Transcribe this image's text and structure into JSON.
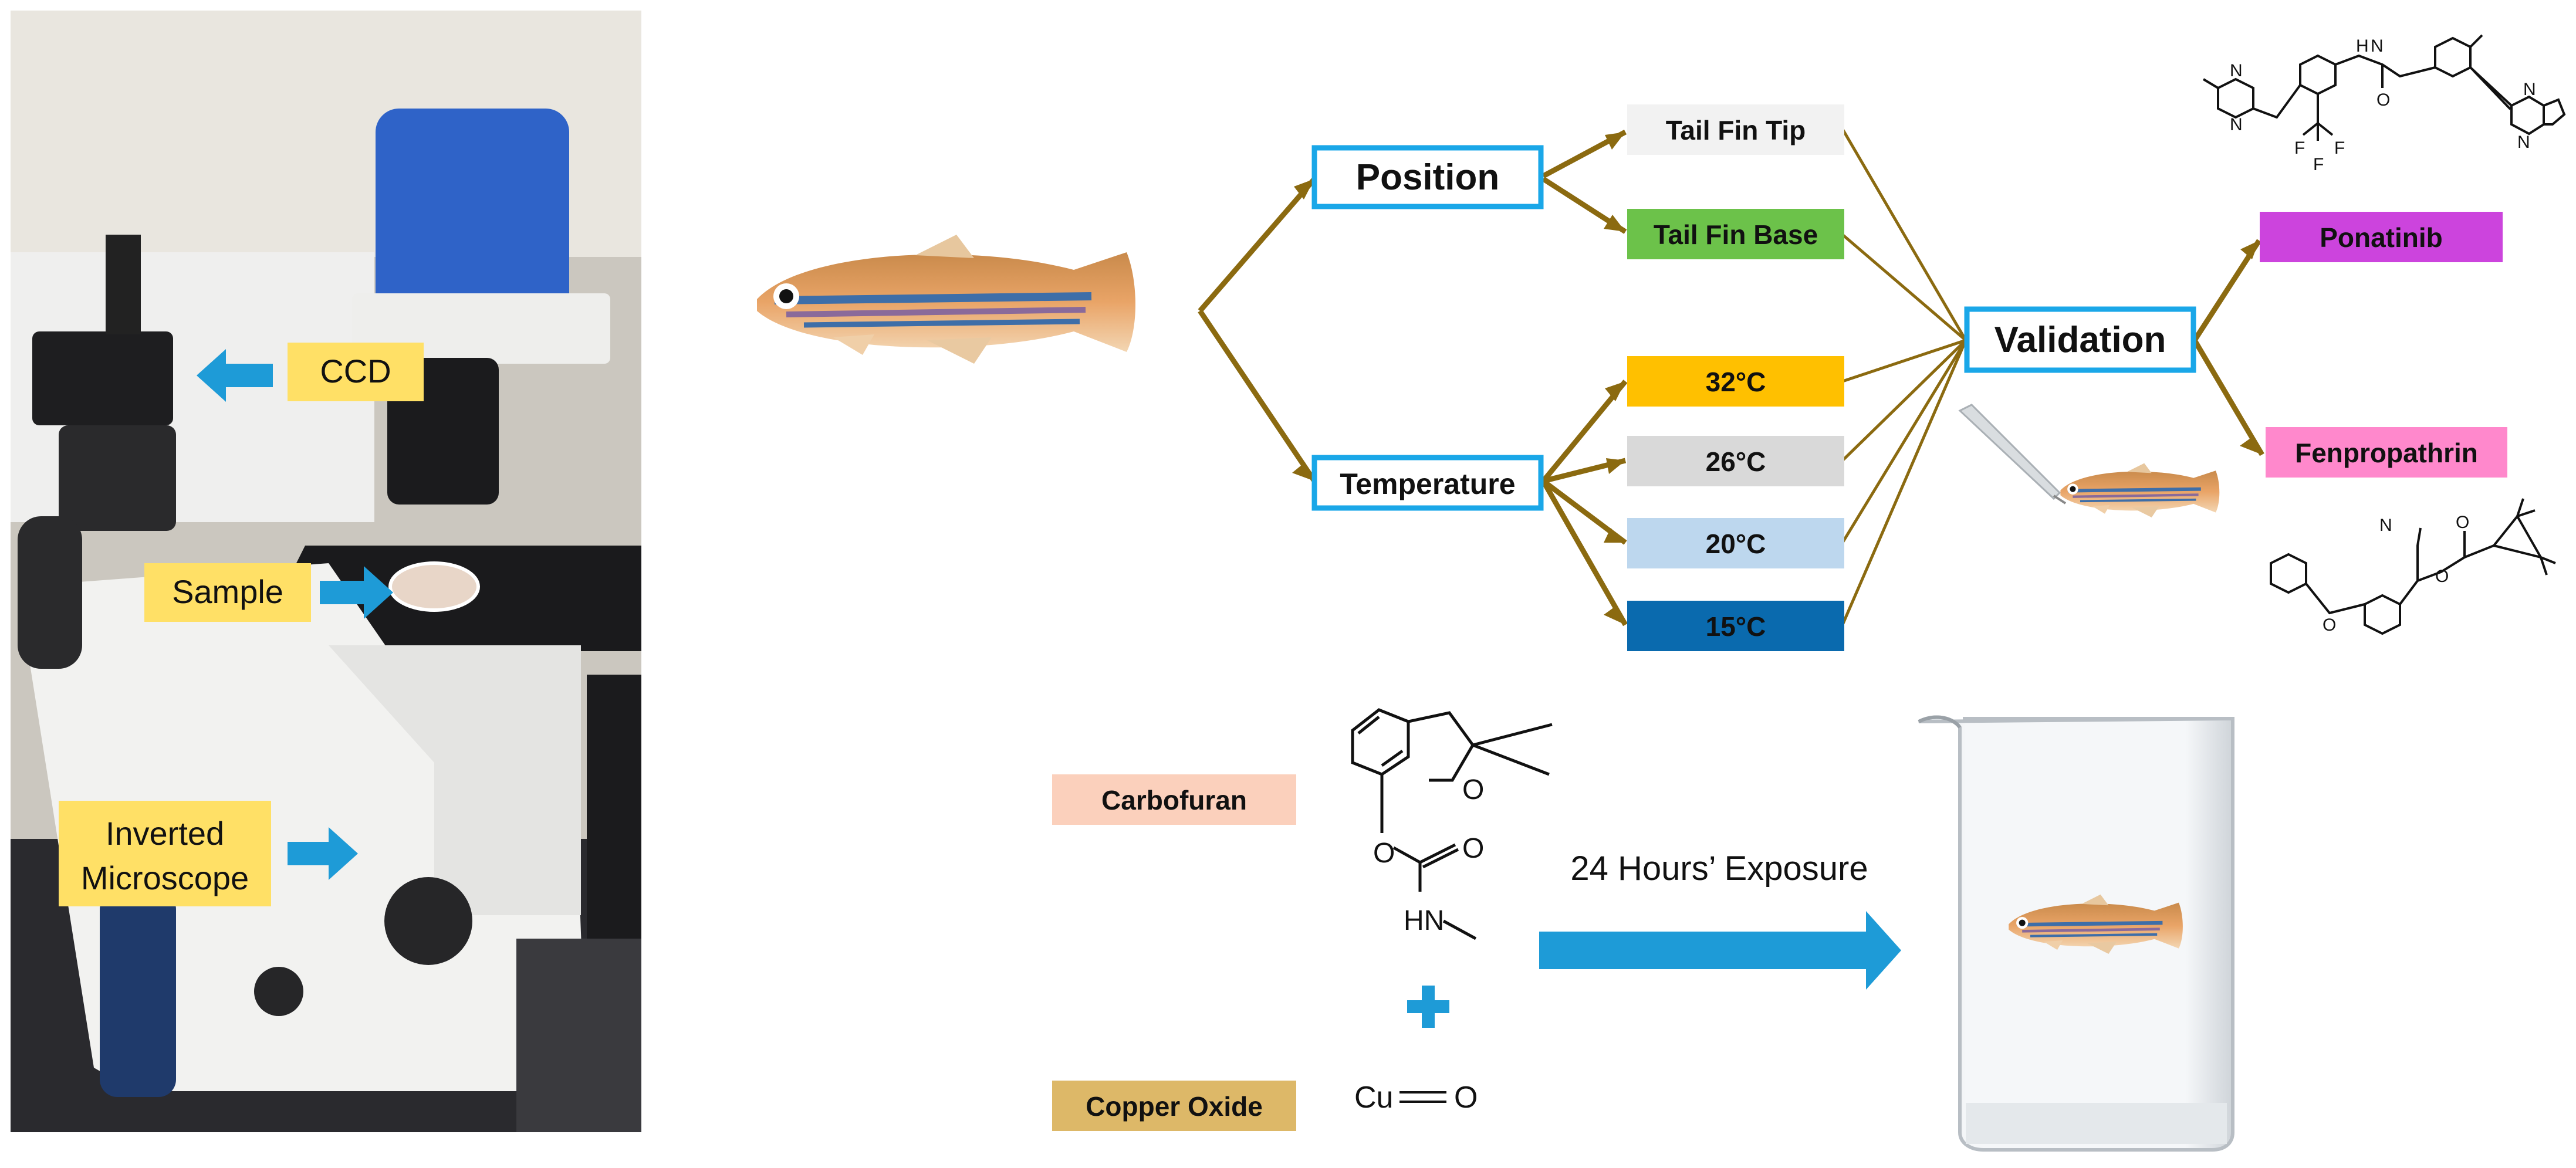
{
  "photo": {
    "labels": {
      "ccd": "CCD",
      "sample": "Sample",
      "microscope_line1": "Inverted",
      "microscope_line2": "Microscope"
    }
  },
  "flow": {
    "position": "Position",
    "temperature": "Temperature",
    "positions": [
      "Tail Fin Tip",
      "Tail Fin Base"
    ],
    "temperatures": [
      "32°C",
      "26°C",
      "20°C",
      "15°C"
    ],
    "validation": "Validation",
    "drugs": [
      "Ponatinib",
      "Fenpropathrin"
    ]
  },
  "exposure": {
    "compound1": "Carbofuran",
    "compound2": "Copper Oxide",
    "cu_formula": "Cu",
    "o_atom": "O",
    "arrow_label": "24 Hours’ Exposure",
    "atoms": {
      "O": "O",
      "HN": "HN",
      "N": "N",
      "H": "H",
      "F": "F"
    }
  },
  "colors": {
    "label_yellow": "#FFE066",
    "arrow_blue": "#1E9BD7",
    "box_blue": "#1AA7E8",
    "flow_line": "#8B6A10",
    "pos_tip_fill": "#F2F2F2",
    "pos_base_fill": "#6CC24A",
    "t32": "#FFC000",
    "t26": "#D9D9D9",
    "t20": "#BDD7EE",
    "t15": "#0A6AAE",
    "ponatinib": "#CC44DD",
    "fenpropathrin": "#FF88CC",
    "carbofuran": "#FBD0BC",
    "copper_oxide": "#DDB868"
  },
  "icons": [
    "microscope-photo",
    "zebrafish-illustration",
    "pipette-icon",
    "beaker-icon",
    "plus-icon",
    "right-arrow-icon"
  ]
}
